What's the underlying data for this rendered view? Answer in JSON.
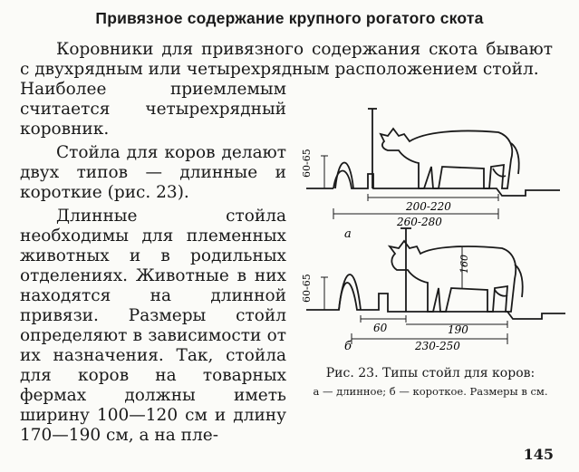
{
  "title": "Привязное содержание крупного рогатого скота",
  "intro": "Коровники для привязного содержания скота бывают с двухрядным или четырехрядным расположением стойл.",
  "paragraphs": [
    "Наиболее приемлемым считается четырехрядный коровник.",
    "Стойла для коров делают двух типов — длинные и короткие (рис. 23).",
    "Длинные стойла необходимы для племенных животных и в родильных отделениях. Животные в них находятся на длинной привязи. Размеры стойл определяют в зависимости от их назначения. Так, стойла для коров на товарных фермах должны иметь ширину 100—120 см и длину 170—190 см, а на пле-"
  ],
  "figure": {
    "top": {
      "height_label": "60-65",
      "length_label": "200-220",
      "total_label": "260-280"
    },
    "bottom": {
      "height_label": "60-65",
      "cow_height_label": "160",
      "feeder_label": "60",
      "length_label": "190",
      "total_label": "230-250"
    },
    "letter_a": "а",
    "letter_b": "б"
  },
  "caption": {
    "main": "Рис. 23. Типы стойл для коров:",
    "sub": "а — длинное; б — короткое. Размеры в см."
  },
  "page_number": "145"
}
